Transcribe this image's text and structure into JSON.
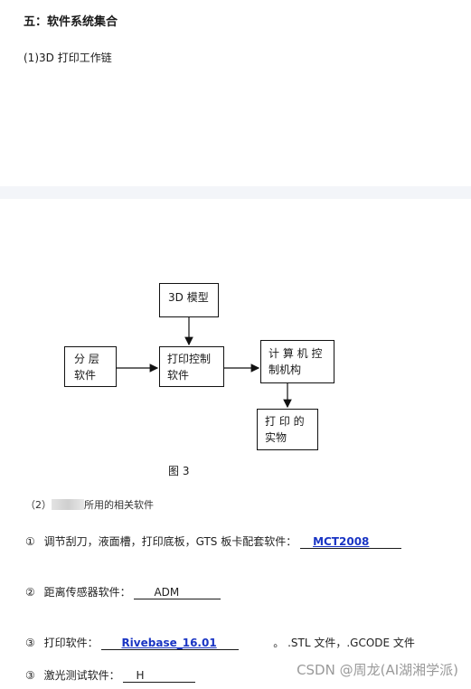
{
  "heading": "五：软件系统集合",
  "subheading": "(1)3D 打印工作链",
  "diagram": {
    "model_box": "3D 模型",
    "slice_box_line1": "分  层",
    "slice_box_line2": "软件",
    "control_box_line1": "打印控制",
    "control_box_line2": "软件",
    "computer_box_line1": "计 算 机 控",
    "computer_box_line2": "制机构",
    "object_box_line1": "打 印 的",
    "object_box_line2": "实物"
  },
  "figure_caption": "图 3",
  "section2": {
    "prefix": "（2）",
    "suffix": "所用的相关软件"
  },
  "items": [
    {
      "marker": "①",
      "label": "调节刮刀，液面槽，打印底板，GTS 板卡配套软件：",
      "value": "MCT2008",
      "style": "blue"
    },
    {
      "marker": "②",
      "label": "距离传感器软件：",
      "value": "ADM",
      "style": "plain"
    },
    {
      "marker": "③",
      "label": "打印软件：",
      "value": "Rivebase_16.01",
      "style": "blue",
      "trailing": "。 .STL 文件，.GCODE 文件"
    },
    {
      "marker": "③",
      "label": "激光测试软件：",
      "value": "H",
      "style": "plain"
    }
  ],
  "watermark": "CSDN @周龙(AI湖湘学派)"
}
